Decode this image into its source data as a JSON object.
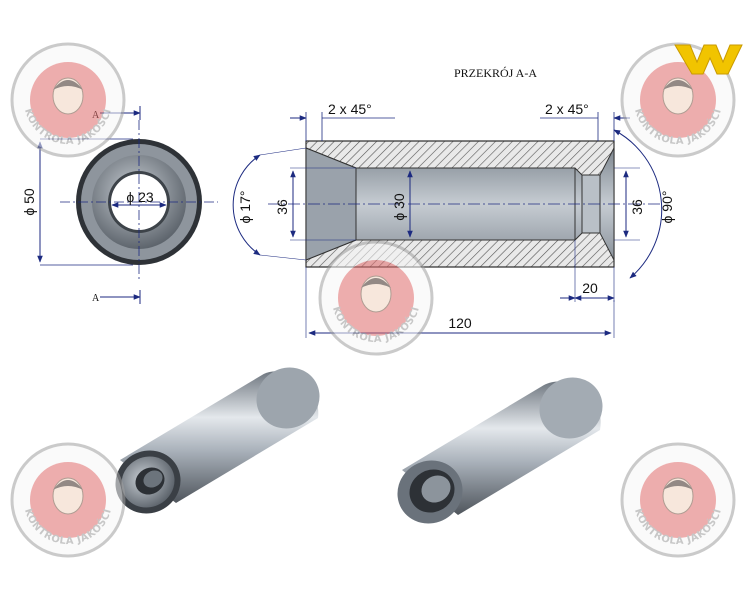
{
  "section_title": "PRZEKRÓJ A-A",
  "section_marks": {
    "top": "A",
    "bottom": "A"
  },
  "front_view": {
    "outer_diameter": "ϕ 50",
    "inner_diameter": "ϕ 23"
  },
  "section_view": {
    "chamfer_left": "2 x 45°",
    "chamfer_right": "2 x 45°",
    "cone_angle_left": "ϕ 17°",
    "cone_angle_right": "ϕ 90°",
    "height_left": "36",
    "height_right": "36",
    "bore_diameter": "ϕ 30",
    "step_length": "20",
    "overall_length": "120"
  },
  "watermark": {
    "stamp_text": "KONTROLA JAKOŚCI",
    "brand_logo": "W"
  },
  "colors": {
    "dimension_line": "#1c2a80",
    "hatch": "#555555",
    "steel_light": "#d8dde3",
    "steel_mid": "#9aa2ac",
    "steel_dark": "#4a5058",
    "stamp_red": "#e06b6b",
    "stamp_grey": "#a0a0a0",
    "logo_yellow": "#f1c400"
  }
}
